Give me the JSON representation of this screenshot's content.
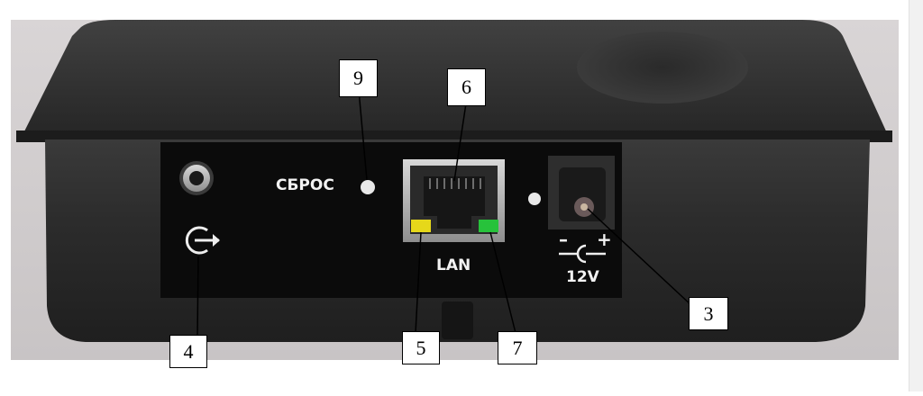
{
  "device_labels": {
    "reset": "СБРОС",
    "lan": "LAN",
    "power_minus": "–",
    "power_plus": "+",
    "voltage": "12V"
  },
  "callouts": [
    "9",
    "6",
    "4",
    "5",
    "7",
    "3"
  ],
  "icons": {
    "audio_jack": "audio-jack-icon",
    "audio_out": "audio-out-icon",
    "reset_hole": "reset-hole-icon",
    "lan_port": "ethernet-port-icon",
    "led_link": "yellow-led-icon",
    "led_activity": "green-led-icon",
    "power_socket": "dc-power-socket-icon",
    "polarity": "dc-polarity-icon"
  },
  "colors": {
    "body": "#2b2b2b",
    "panel": "#0b0b0b",
    "led_yellow": "#e6d81a",
    "led_green": "#27c23b",
    "port_metal": "#b9b9b9"
  }
}
